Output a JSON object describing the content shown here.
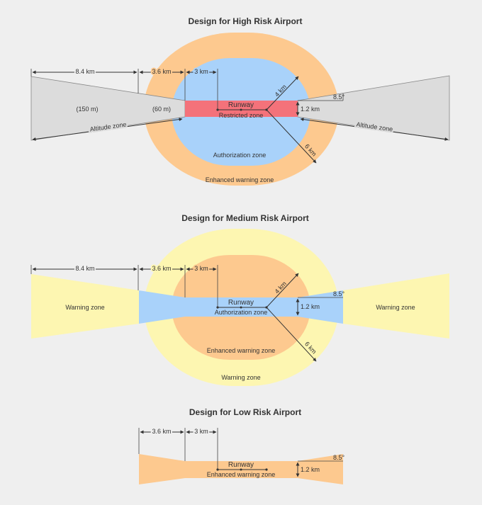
{
  "high": {
    "title": "Design for High Risk Airport",
    "dim_8_4": "8.4 km",
    "dim_3_6": "3.6 km",
    "dim_3": "3 km",
    "dim_4": "4 km",
    "dim_6": "6 km",
    "dim_1_2": "1.2 km",
    "angle": "8.5°",
    "h150": "(150 m)",
    "h60": "(60 m)",
    "runway": "Runway",
    "restricted": "Restricted zone",
    "authorization": "Authorization zone",
    "enhanced": "Enhanced warning zone",
    "altitude_left": "Altitude zone",
    "altitude_right": "Altitude zone"
  },
  "medium": {
    "title": "Design for Medium Risk Airport",
    "dim_8_4": "8.4 km",
    "dim_3_6": "3.6 km",
    "dim_3": "3 km",
    "dim_4": "4 km",
    "dim_6": "6 km",
    "dim_1_2": "1.2 km",
    "angle": "8.5°",
    "runway": "Runway",
    "authorization": "Authorization zone",
    "enhanced": "Enhanced warning zone",
    "warning_outer": "Warning zone",
    "warning_left": "Warning zone",
    "warning_right": "Warning zone"
  },
  "low": {
    "title": "Design for Low Risk Airport",
    "dim_3_6": "3.6 km",
    "dim_3": "3 km",
    "dim_1_2": "1.2 km",
    "angle": "8.5°",
    "runway": "Runway",
    "enhanced": "Enhanced warning zone"
  },
  "colors": {
    "orange": "#fdc98f",
    "blue": "#a9d2fa",
    "red": "#f4727a",
    "gray": "#dcdcdc",
    "yellow": "#fdf6b1"
  }
}
